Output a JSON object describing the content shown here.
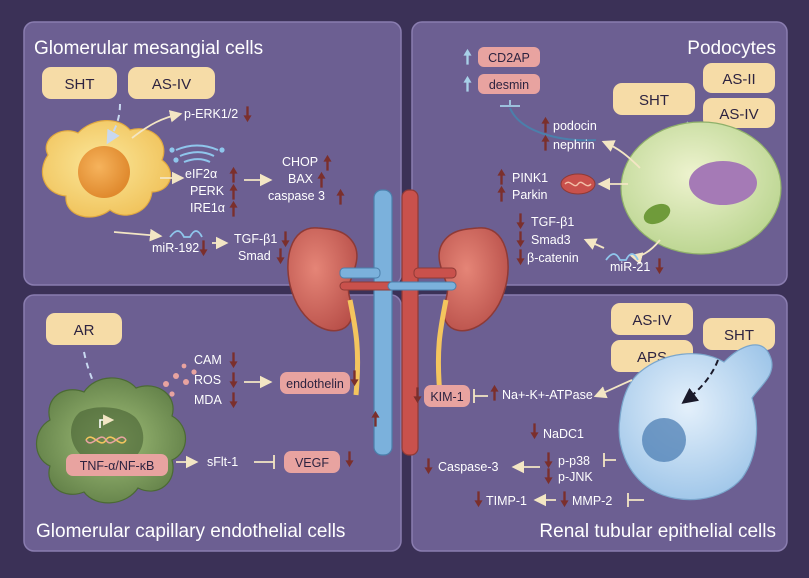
{
  "panels": {
    "mesangial": {
      "title": "Glomerular mesangial cells",
      "herbs": [
        "SHT",
        "AS-IV"
      ],
      "perk_erk": "p-ERK1/2",
      "er_markers": [
        "eIF2α",
        "PERK",
        "IRE1α"
      ],
      "apoptosis_markers": [
        "CHOP",
        "BAX",
        "caspase 3"
      ],
      "mirna": "miR-192",
      "tgf_markers": [
        "TGF-β1",
        "Smad"
      ]
    },
    "podocytes": {
      "title": "Podocytes",
      "herbs": [
        "SHT",
        "AS-II",
        "AS-IV"
      ],
      "cytoskeleton": [
        "CD2AP",
        "desmin"
      ],
      "slit_proteins": [
        "podocin",
        "nephrin"
      ],
      "mitophagy": [
        "PINK1",
        "Parkin"
      ],
      "fibrosis": [
        "TGF-β1",
        "Smad3",
        "β-catenin"
      ],
      "mirna": "miR-21"
    },
    "endothelial": {
      "title": "Glomerular capillary endothelial cells",
      "herb": "AR",
      "pathway": "TNF-α/NF-κB",
      "stress_markers": [
        "CAM",
        "ROS",
        "MDA"
      ],
      "endothelin": "endothelin",
      "sflt": "sFlt-1",
      "vegf": "VEGF"
    },
    "tubular": {
      "title": "Renal tubular epithelial cells",
      "herbs": [
        "AS-IV",
        "SHT",
        "APS"
      ],
      "kim": "KIM-1",
      "atpase": "Na+-K+-ATPase",
      "nadc": "NaDC1",
      "caspase": "Caspase-3",
      "mapk": [
        "p-p38",
        "p-JNK"
      ],
      "timp": "TIMP-1",
      "mmp": "MMP-2"
    }
  },
  "colors": {
    "background": "#3b3157",
    "panel": "#6c5f92",
    "panel_border": "#8a7db0",
    "herb_box": "#f6dca7",
    "pink_box": "#e8a3a0",
    "down_arrow": "#7b2f2c",
    "up_arrow": "#a8d0e8",
    "text": "#ffffff",
    "dark_text": "#2d2340"
  }
}
